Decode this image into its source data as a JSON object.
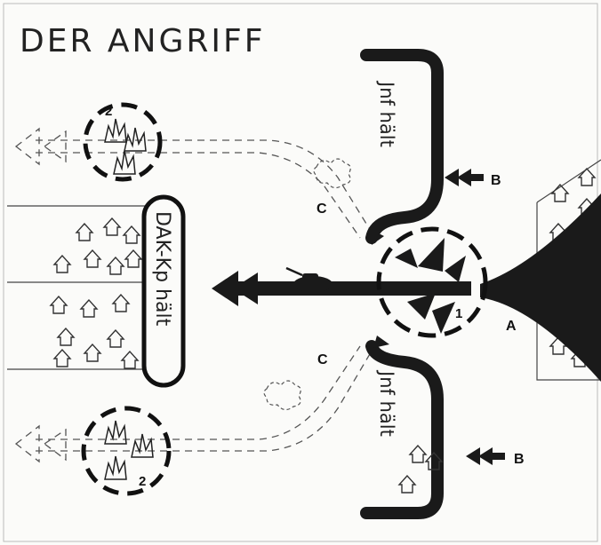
{
  "title": "DER ANGRIFF",
  "labels": {
    "inf_top": "Jnf hält",
    "inf_bottom": "Jnf hält",
    "dak": "DAK-Kp hält",
    "b_top": "B",
    "b_bottom": "B",
    "a": "A",
    "c_top": "C",
    "c_bottom": "C",
    "zone_1": "1",
    "zone_2_top": "2",
    "zone_2_bottom": "2"
  },
  "icons": [
    "house-icon",
    "explosion-icon",
    "tank-icon",
    "arrow-icon",
    "smoke-cloud-icon"
  ],
  "colors": {
    "ink": "#1a1a1a",
    "paper": "#fbfbf9",
    "dashed": "#555555"
  }
}
